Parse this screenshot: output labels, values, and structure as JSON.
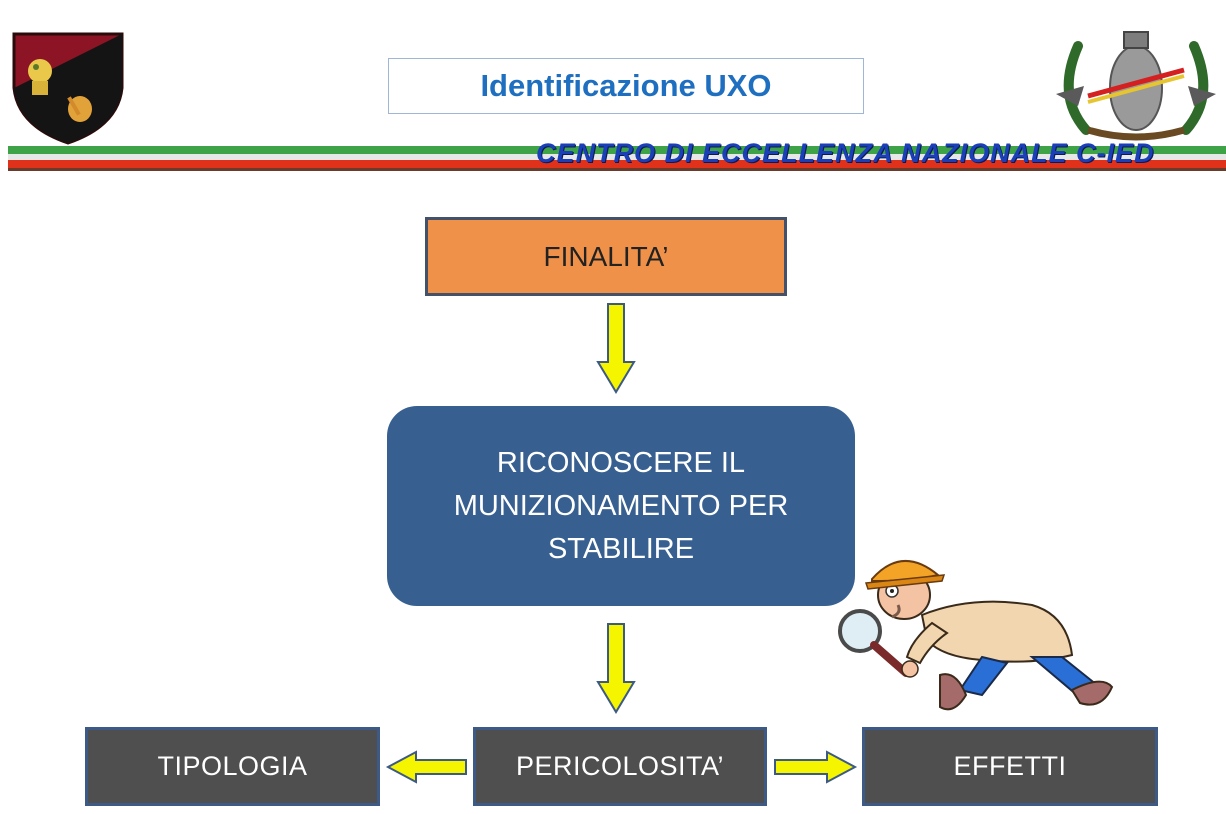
{
  "header": {
    "title": "Identificazione UXO",
    "center_name": "CENTRO DI ECCELLENZA NAZIONALE C-IED",
    "logo_left": "unit-shield-emblem",
    "logo_right": "bomb-wreath-emblem",
    "stripe_colors": [
      "#3ea246",
      "#e7e7e7",
      "#e0321b"
    ]
  },
  "diagram": {
    "top_box": "FINALITA’",
    "middle_box": "RICONOSCERE IL MUNIZIONAMENTO PER STABILIRE",
    "bottom_boxes": {
      "left": "TIPOLOGIA",
      "center": "PERICOLOSITA’",
      "right": "EFFETTI"
    },
    "arrow_color": "#f5f500",
    "illustration": "detective-with-magnifying-glass"
  }
}
